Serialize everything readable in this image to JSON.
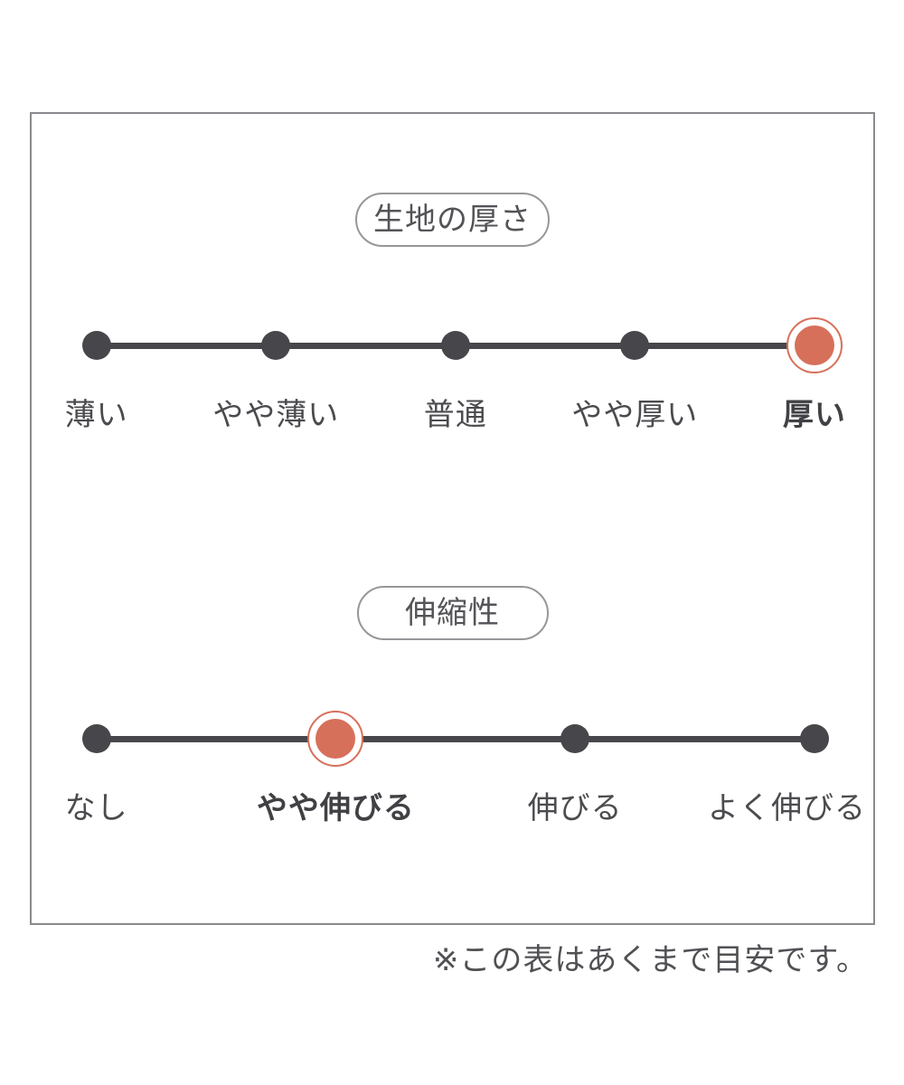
{
  "colors": {
    "accent": "#d7705b",
    "track": "#47474b",
    "label": "#4b4b4f",
    "panel_border": "#8a8a8e",
    "pill_border": "#97979a"
  },
  "scales": [
    {
      "title": "生地の厚さ",
      "labels": [
        "薄い",
        "やや薄い",
        "普通",
        "やや厚い",
        "厚い"
      ],
      "active_index": 4,
      "active_label": "厚い"
    },
    {
      "title": "伸縮性",
      "labels": [
        "なし",
        "やや伸びる",
        "伸びる",
        "よく伸びる"
      ],
      "active_index": 1,
      "active_label": "やや伸びる"
    }
  ],
  "footnote": "※この表はあくまで目安です。"
}
